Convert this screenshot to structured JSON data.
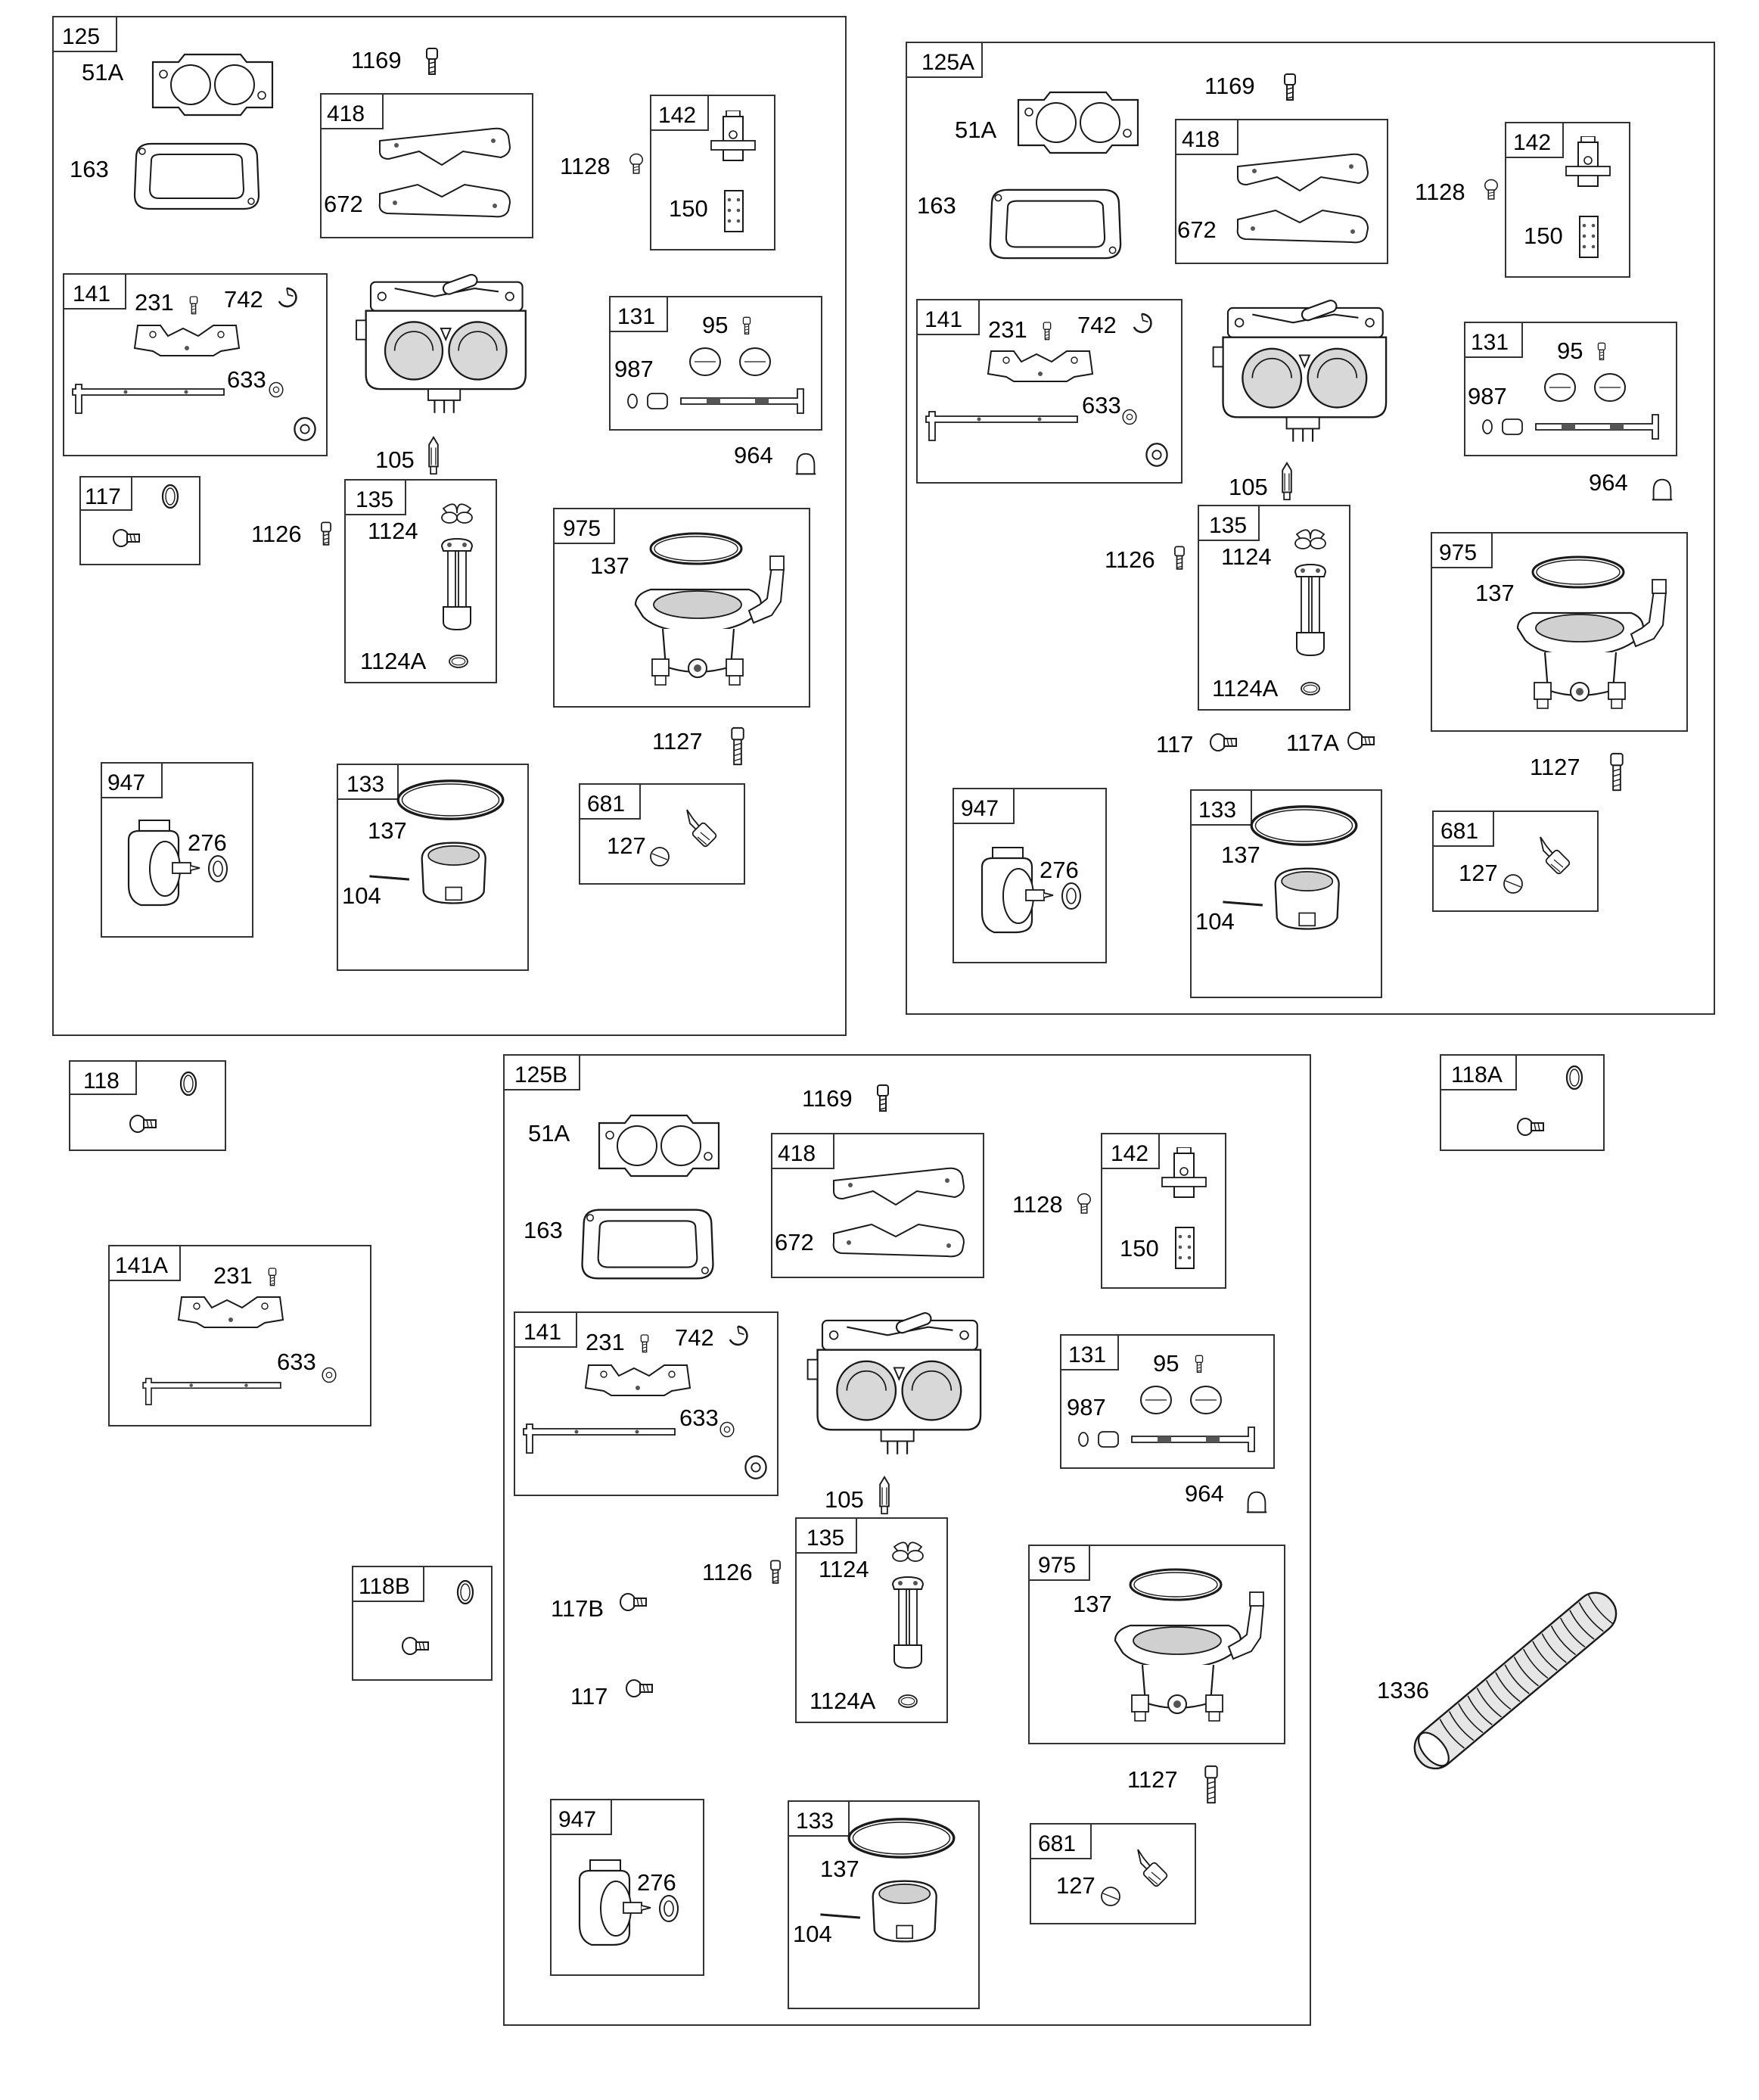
{
  "assemblies": {
    "a125": {
      "tag": "125",
      "labels": {
        "p51A": "51A",
        "p163": "163",
        "p1169": "1169",
        "p418": "418",
        "p672": "672",
        "p1128": "1128",
        "p142": "142",
        "p150": "150",
        "p141": "141",
        "p231": "231",
        "p742": "742",
        "p633": "633",
        "p131": "131",
        "p95": "95",
        "p987": "987",
        "p964": "964",
        "p105": "105",
        "p117": "117",
        "p1126": "1126",
        "p135": "135",
        "p1124": "1124",
        "p1124A": "1124A",
        "p975": "975",
        "p137": "137",
        "p1127": "1127",
        "p947": "947",
        "p276": "276",
        "p133": "133",
        "p137b": "137",
        "p104": "104",
        "p681": "681",
        "p127": "127"
      }
    },
    "a125A": {
      "tag": "125A",
      "labels": {
        "p51A": "51A",
        "p163": "163",
        "p1169": "1169",
        "p418": "418",
        "p672": "672",
        "p1128": "1128",
        "p142": "142",
        "p150": "150",
        "p141": "141",
        "p231": "231",
        "p742": "742",
        "p633": "633",
        "p131": "131",
        "p95": "95",
        "p987": "987",
        "p964": "964",
        "p105": "105",
        "p1126": "1126",
        "p135": "135",
        "p1124": "1124",
        "p1124A": "1124A",
        "p975": "975",
        "p137": "137",
        "p117": "117",
        "p117A": "117A",
        "p1127": "1127",
        "p947": "947",
        "p276": "276",
        "p133": "133",
        "p137b": "137",
        "p104": "104",
        "p681": "681",
        "p127": "127"
      }
    },
    "a125B": {
      "tag": "125B",
      "labels": {
        "p51A": "51A",
        "p163": "163",
        "p1169": "1169",
        "p418": "418",
        "p672": "672",
        "p1128": "1128",
        "p142": "142",
        "p150": "150",
        "p141": "141",
        "p231": "231",
        "p742": "742",
        "p633": "633",
        "p131": "131",
        "p95": "95",
        "p987": "987",
        "p964": "964",
        "p105": "105",
        "p1126": "1126",
        "p117B": "117B",
        "p117": "117",
        "p135": "135",
        "p1124": "1124",
        "p1124A": "1124A",
        "p975": "975",
        "p137": "137",
        "p1127": "1127",
        "p947": "947",
        "p276": "276",
        "p133": "133",
        "p137b": "137",
        "p104": "104",
        "p681": "681",
        "p127": "127"
      }
    }
  },
  "standalone": {
    "k118": "118",
    "k118A": "118A",
    "k141A": "141A",
    "k141A_231": "231",
    "k141A_633": "633",
    "k118B": "118B",
    "k1336": "1336"
  }
}
